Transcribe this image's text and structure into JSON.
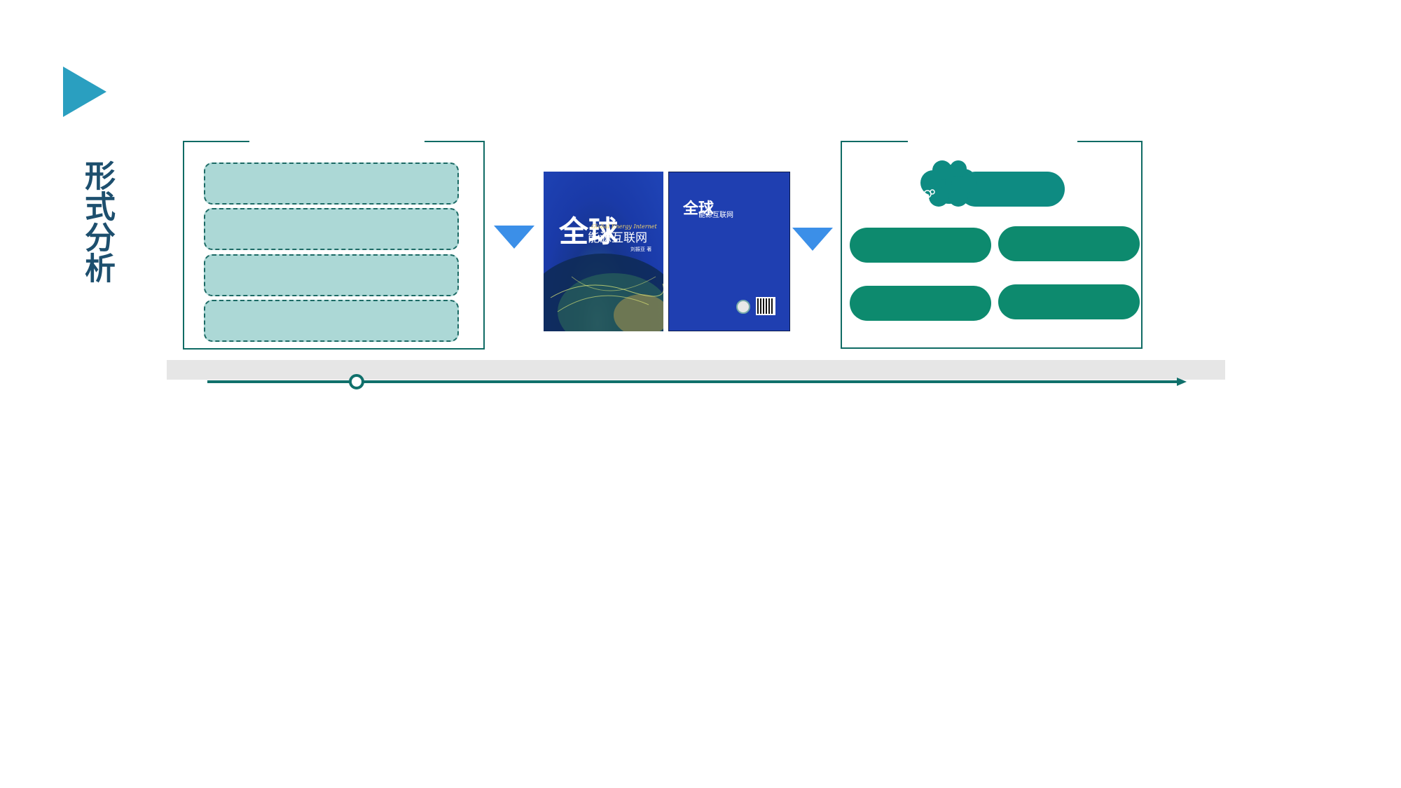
{
  "title": {
    "text": "形式分析"
  },
  "book_front": {
    "title_large": "全球",
    "title_rest": "能源互联网",
    "subtitle": "Global Energy Internet",
    "author": "刘振亚 著"
  },
  "book_back": {
    "title_large": "全球",
    "title_rest": "能源互联网"
  },
  "colors": {
    "accent_teal": "#0f6b64",
    "accent_green": "#0d8a6e",
    "light_teal": "#acd8d6",
    "triangle_blue": "#3b8fe8",
    "play_blue": "#2a9fc0",
    "title_navy": "#1d4f6e"
  },
  "icons": {
    "play": "play-triangle-icon",
    "down": "down-triangle-icon",
    "cloud": "cloud-icon"
  }
}
